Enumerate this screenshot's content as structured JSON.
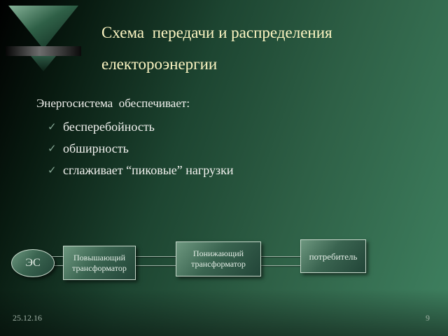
{
  "slide": {
    "title": {
      "line1": "Схема  передачи и распределения",
      "line2": "електороэнергии"
    },
    "intro": "Энергосистема  обеспечивает:",
    "bullets": [
      {
        "marker": "✓",
        "text": "бесперебойность"
      },
      {
        "marker": "✓",
        "text": "обширность"
      },
      {
        "marker": "✓",
        "text": "сглаживает “пиковые” нагрузки"
      }
    ],
    "footer": {
      "date": "25.12.16",
      "slide_number": "9"
    }
  },
  "diagram": {
    "source": {
      "label": "ЭС"
    },
    "boxes": [
      {
        "line1": "Повышающий",
        "line2": "трансформатор"
      },
      {
        "line1": "Понижающий",
        "line2": "трансформатор"
      },
      {
        "line1": "потребитель"
      }
    ]
  },
  "colors": {
    "title_text": "#fdf6c3",
    "body_text": "#f2f2ef",
    "background_dark": "#000000",
    "background_green": "#3f8160",
    "node_border": "#c9dacd",
    "wire": "#9fb4a7"
  }
}
